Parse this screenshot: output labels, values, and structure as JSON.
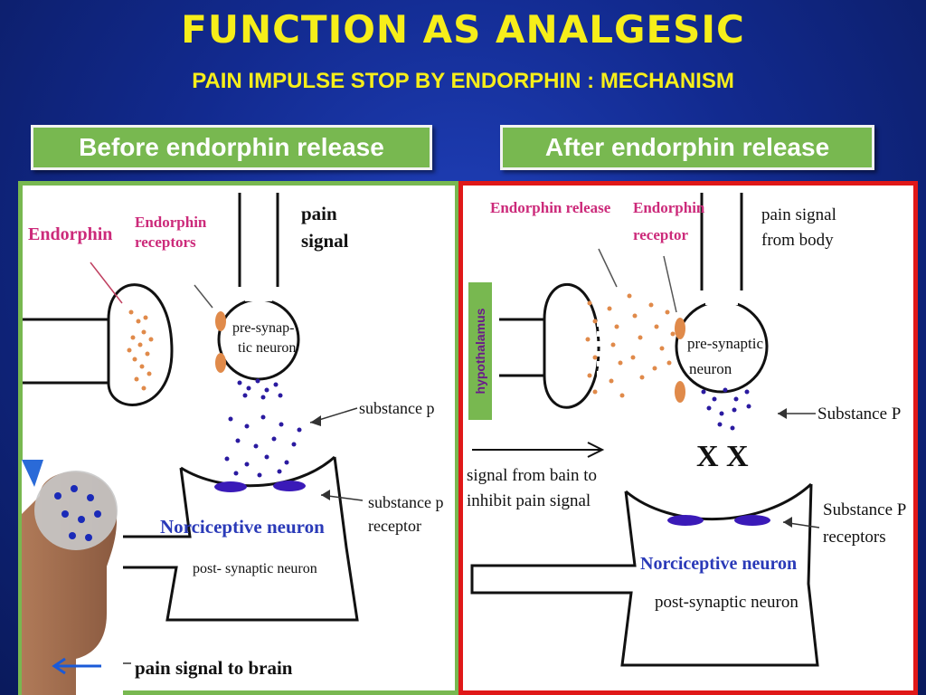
{
  "header": {
    "title": "FUNCTION AS ANALGESIC",
    "subtitle": "PAIN IMPULSE STOP BY ENDORPHIN : MECHANISM"
  },
  "before": {
    "box_label": "Before endorphin release",
    "endorphin": "Endorphin",
    "receptors_line1": "Endorphin",
    "receptors_line2": "receptors",
    "pain_line1": "pain",
    "pain_line2": "signal",
    "pre_line1": "pre-synap-",
    "pre_line2": "tic neuron",
    "substance_p": "substance p",
    "sp_receptor_line1": "substance p",
    "sp_receptor_line2": "receptor",
    "norciceptive": "Norciceptive neuron",
    "post": "post- synaptic neuron",
    "pain_to_brain": "pain signal to brain"
  },
  "after": {
    "box_label": "After endorphin release",
    "release": "Endorphin release",
    "receptor_line1": "Endorphin",
    "receptor_line2": "receptor",
    "pain_line1": "pain signal",
    "pain_line2": "from body",
    "pre_line1": "pre-synaptic",
    "pre_line2": "neuron",
    "substance_p": "Substance P",
    "signal_line1": "signal from bain to",
    "signal_line2": "inhibit pain signal",
    "sp_receptors_line1": "Substance P",
    "sp_receptors_line2": "receptors",
    "norciceptive": "Norciceptive neuron",
    "post": "post-synaptic neuron",
    "block": "X X",
    "hypothalamus": "hypothalamus"
  },
  "colors": {
    "title": "#f6ee1a",
    "label_box": "#78b850",
    "before_border": "#78b850",
    "after_border": "#e01818",
    "endorphin_label": "#cc2a7a",
    "norciceptive_label": "#2a3ab8",
    "endorphin_dot": "#e08a4a",
    "substance_dot": "#2a1aa0"
  }
}
